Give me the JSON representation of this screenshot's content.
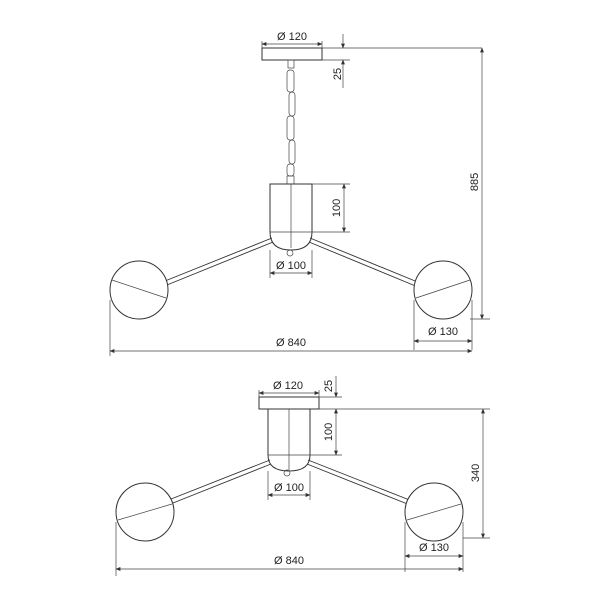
{
  "top_view": {
    "canopy_diameter": "Ø 120",
    "canopy_height": "25",
    "total_height": "885",
    "body_height": "100",
    "body_diameter": "Ø 100",
    "shade_diameter": "Ø 130",
    "overall_diameter": "Ø 840"
  },
  "bottom_view": {
    "canopy_diameter": "Ø 120",
    "canopy_height": "25",
    "body_height": "100",
    "total_height": "340",
    "body_diameter": "Ø 100",
    "shade_diameter": "Ø 130",
    "overall_diameter": "Ø 840"
  }
}
